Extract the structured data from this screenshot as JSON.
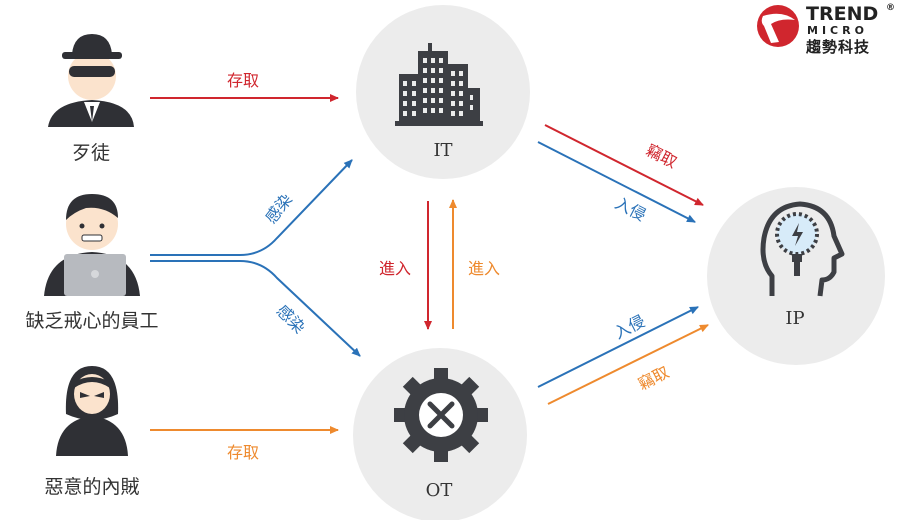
{
  "logo": {
    "line1": "TREND",
    "line2": "MICRO",
    "line3": "趨勢科技",
    "trademark": "®"
  },
  "actors": [
    {
      "label": "歹徒"
    },
    {
      "label": "缺乏戒心的員工"
    },
    {
      "label": "惡意的內賊"
    }
  ],
  "nodes": {
    "it": "IT",
    "ot": "OT",
    "ip": "IP"
  },
  "edges": {
    "hacker_to_it": "存取",
    "employee_to_it": "感染",
    "employee_to_ot": "感染",
    "it_to_ot": "進入",
    "ot_to_it": "進入",
    "it_to_ip_steal": "竊取",
    "it_to_ip_intrude": "入侵",
    "ot_to_ip_intrude": "入侵",
    "ot_to_ip_steal": "竊取",
    "insider_to_ot": "存取"
  },
  "colors": {
    "red": "#d0262e",
    "blue": "#2a72b8",
    "orange": "#ee8a2e",
    "node_fill": "#ececec",
    "icon_dark": "#3d3f44"
  }
}
